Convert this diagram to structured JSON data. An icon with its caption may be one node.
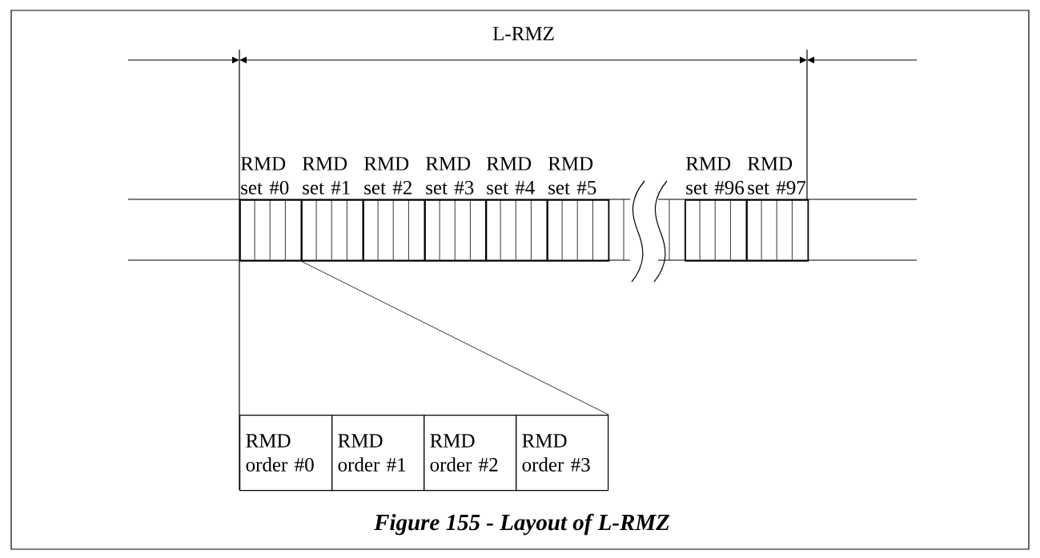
{
  "diagram": {
    "caption": "Figure 155 - Layout of L-RMZ",
    "nodes": [
      {
        "text": [
          "RMD set #0"
        ]
      },
      {
        "text": [
          "RMD set #1"
        ]
      },
      {
        "text": [
          "RMD set #2"
        ]
      },
      {
        "text": [
          "RMD set #3"
        ]
      },
      {
        "text": [
          "RMD set #4"
        ]
      },
      {
        "text": [
          "RMD set #5"
        ]
      },
      {
        "text": [
          "RMD set #96"
        ]
      },
      {
        "text": [
          "RMD set #97"
        ]
      },
      {
        "text": [
          "RMD order #0"
        ]
      },
      {
        "text": [
          "RMD order #1"
        ]
      },
      {
        "text": [
          "RMD order #2"
        ]
      },
      {
        "text": [
          "RMD order #3"
        ]
      }
    ],
    "edges": [
      {
        "from": 0,
        "to": 11,
        "arrow": "none"
      }
    ],
    "labels": [
      "L-RMZ"
    ]
  }
}
